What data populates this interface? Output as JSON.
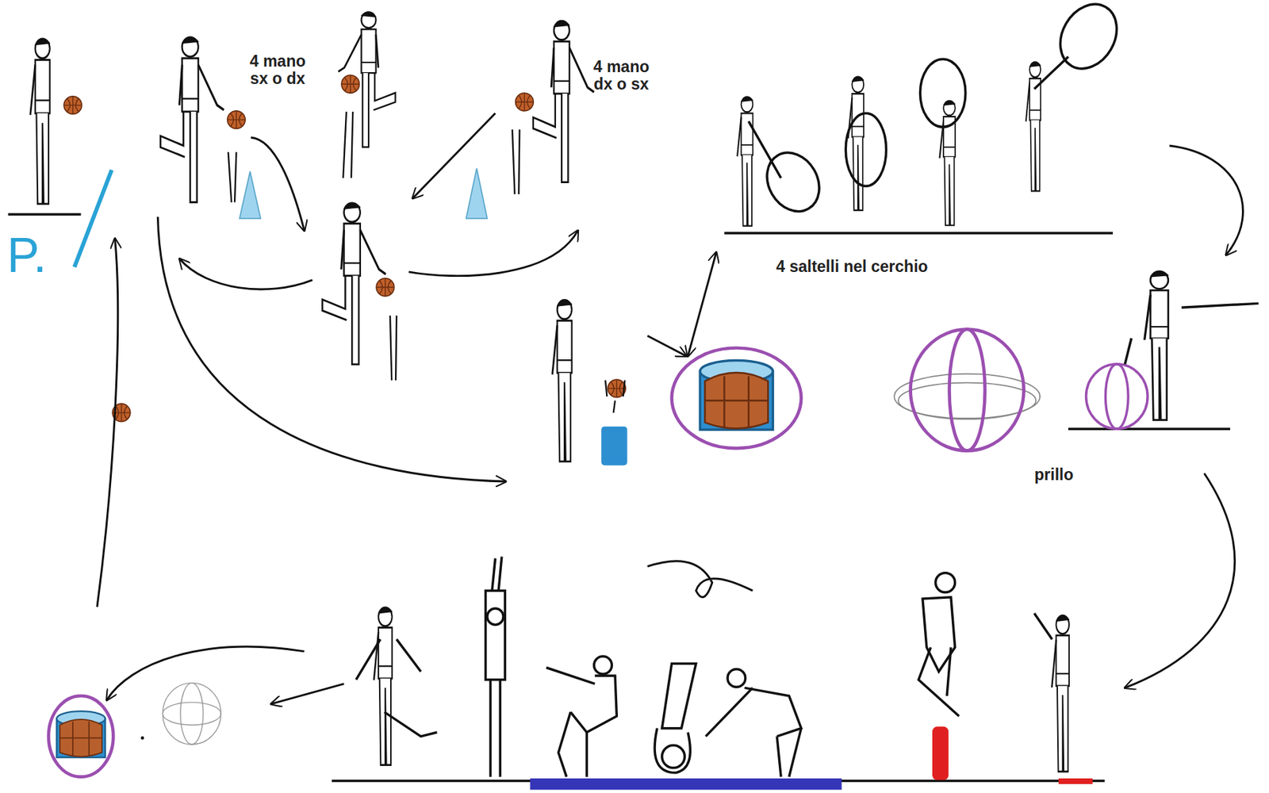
{
  "diagram": {
    "labels": [
      "4 mano sx o dx",
      "4 mano dx o sx",
      "4 saltelli nel cerchio",
      "prillo",
      "P."
    ]
  }
}
